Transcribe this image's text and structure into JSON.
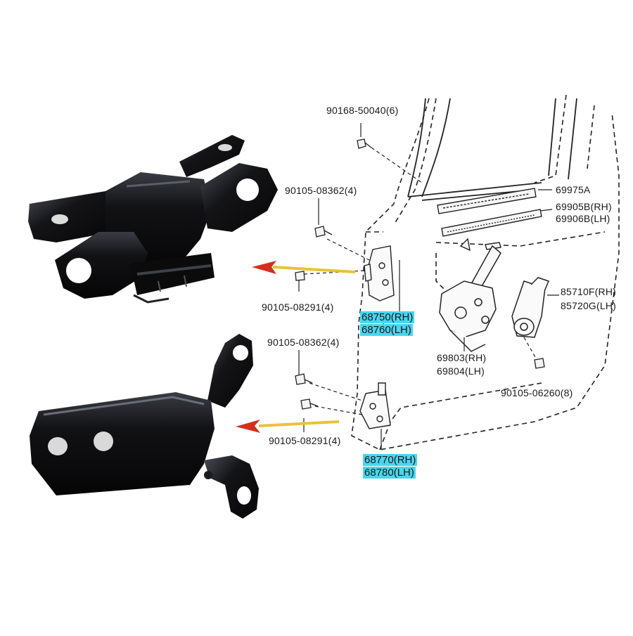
{
  "colors": {
    "highlight": "#49d6ef",
    "arrow": "#e8c23a",
    "arrow_head": "#d32f1c",
    "part_black": "#0d0d0f",
    "line": "#222222"
  },
  "labels": {
    "bolt_top": "90168-50040(6)",
    "bolt_upper": "90105-08362(4)",
    "bolt_upper_small": "90105-08291(4)",
    "bolt_lower": "90105-08362(4)",
    "bolt_lower_small": "90105-08291(4)",
    "bolt_motor": "90105-06260(8)",
    "weatherstrip_a": "69975A",
    "weatherstrip_b_rh": "69905B(RH)",
    "weatherstrip_b_lh": "69906B(LH)",
    "motor_rh": "85710F(RH)",
    "motor_lh": "85720G(LH)",
    "regulator_rh": "69803(RH)",
    "regulator_lh": "69804(LH)",
    "upper_hinge_rh": "68750(RH)",
    "upper_hinge_lh": "68760(LH)",
    "lower_hinge_rh": "68770(RH)",
    "lower_hinge_lh": "68780(LH)"
  }
}
